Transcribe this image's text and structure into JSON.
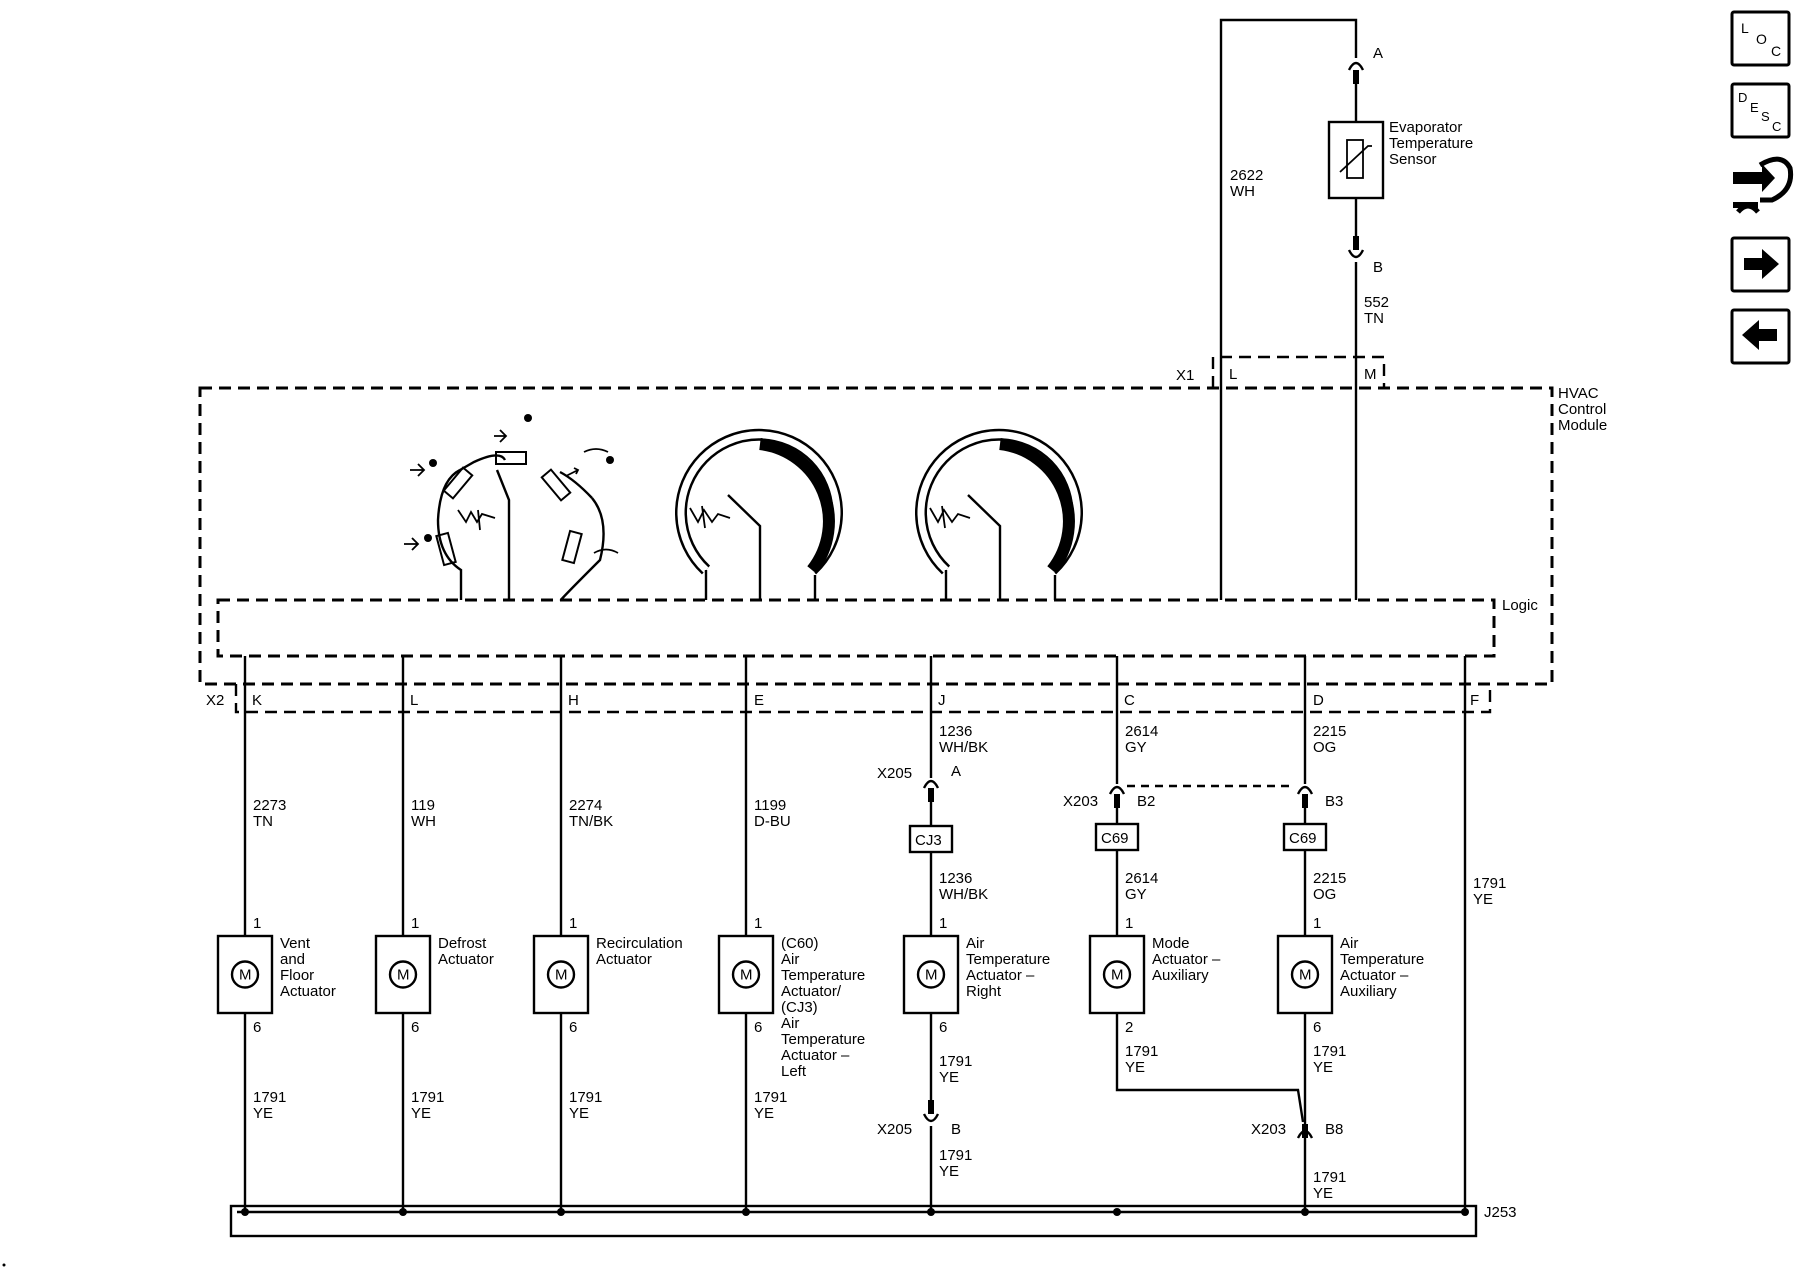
{
  "nav": {
    "loc_icon": "loc-icon",
    "desc_icon": "desc-icon",
    "connector_icon": "connector-view-icon",
    "next_icon": "arrow-right-icon",
    "prev_icon": "arrow-left-icon",
    "loc_letters": [
      "L",
      "O",
      "C"
    ],
    "desc_letters": [
      "D",
      "E",
      "S",
      "C"
    ]
  },
  "sensor": {
    "pin_a": "A",
    "pin_b": "B",
    "name_lines": [
      "Evaporator",
      "Temperature",
      "Sensor"
    ],
    "upper_wire": [
      "2622",
      "WH"
    ],
    "lower_wire": [
      "552",
      "TN"
    ]
  },
  "module": {
    "x1": "X1",
    "x1_pin_l": "L",
    "x1_pin_m": "M",
    "name_lines": [
      "HVAC",
      "Control",
      "Module"
    ],
    "logic": "Logic",
    "x2": "X2",
    "x2_pins": [
      "K",
      "L",
      "H",
      "E",
      "J",
      "C",
      "D",
      "F"
    ]
  },
  "circuits": [
    {
      "top_wire": [
        "2273",
        "TN"
      ],
      "pin_top": "1",
      "pin_bot": "6",
      "name": [
        "Vent",
        "and",
        "Floor",
        "Actuator"
      ],
      "bot_wire": [
        "1791",
        "YE"
      ]
    },
    {
      "top_wire": [
        "119",
        "WH"
      ],
      "pin_top": "1",
      "pin_bot": "6",
      "name": [
        "Defrost",
        "Actuator"
      ],
      "bot_wire": [
        "1791",
        "YE"
      ]
    },
    {
      "top_wire": [
        "2274",
        "TN/BK"
      ],
      "pin_top": "1",
      "pin_bot": "6",
      "name": [
        "Recirculation",
        "Actuator"
      ],
      "bot_wire": [
        "1791",
        "YE"
      ]
    },
    {
      "top_wire": [
        "1199",
        "D-BU"
      ],
      "pin_top": "1",
      "pin_bot": "6",
      "name": [
        "(C60)",
        "Air",
        "Temperature",
        "Actuator/",
        "(CJ3)",
        "Air",
        "Temperature",
        "Actuator –",
        "Left"
      ],
      "bot_wire": [
        "1791",
        "YE"
      ]
    },
    {
      "top_wire": [
        "1236",
        "WH/BK"
      ],
      "conn": "X205",
      "conn_pin_top": "A",
      "option": "CJ3",
      "mid_wire": [
        "1236",
        "WH/BK"
      ],
      "pin_top": "1",
      "pin_bot": "6",
      "name": [
        "Air",
        "Temperature",
        "Actuator –",
        "Right"
      ],
      "bot_wire": [
        "1791",
        "YE"
      ],
      "conn_pin_bot": "B",
      "low_wire": [
        "1791",
        "YE"
      ]
    },
    {
      "top_wire": [
        "2614",
        "GY"
      ],
      "conn": "X203",
      "conn_pin_top": "B2",
      "option": "C69",
      "mid_wire": [
        "2614",
        "GY"
      ],
      "pin_top": "1",
      "pin_bot": "2",
      "name": [
        "Mode",
        "Actuator –",
        "Auxiliary"
      ],
      "bot_wire": [
        "1791",
        "YE"
      ]
    },
    {
      "top_wire": [
        "2215",
        "OG"
      ],
      "conn_pin_top": "B3",
      "option": "C69",
      "mid_wire": [
        "2215",
        "OG"
      ],
      "pin_top": "1",
      "pin_bot": "6",
      "name": [
        "Air",
        "Temperature",
        "Actuator –",
        "Auxiliary"
      ],
      "bot_wire": [
        "1791",
        "YE"
      ],
      "conn": "X203",
      "conn_pin_bot": "B8",
      "low_wire": [
        "1791",
        "YE"
      ]
    },
    {
      "mid_wire": [
        "1791",
        "YE"
      ]
    }
  ],
  "motor_symbol": "M",
  "splice": "J253"
}
